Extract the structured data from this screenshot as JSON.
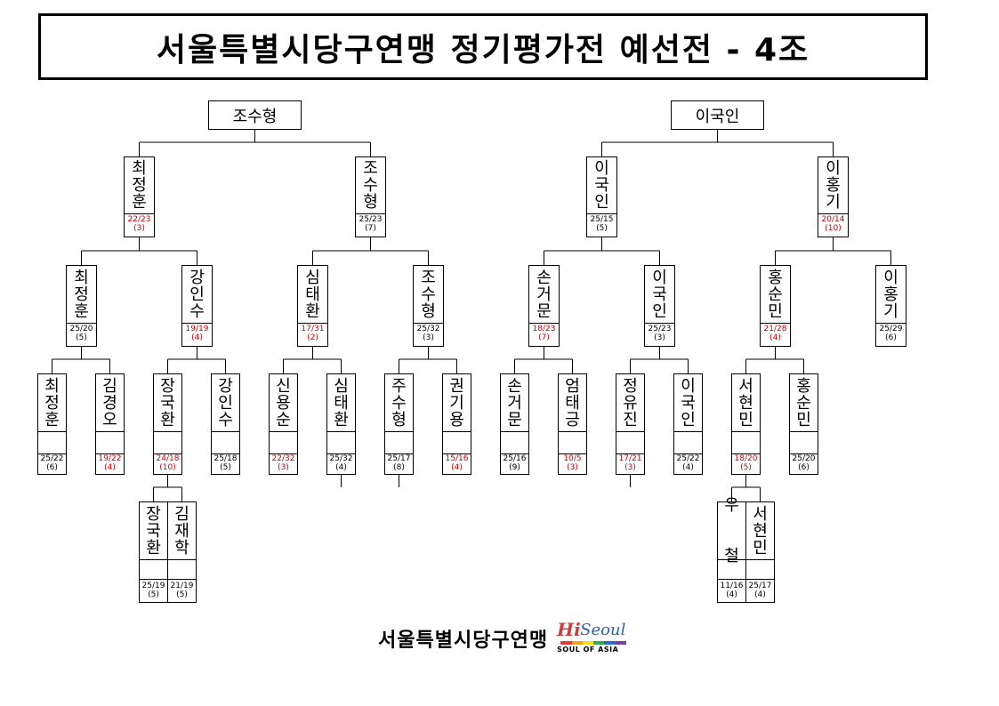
{
  "title": "서울특별시당구연맹 정기평가전 예선전 - 4조",
  "group_winners": {
    "left": "조수형",
    "right": "이국인"
  },
  "round1": {
    "p1": {
      "name": "최정훈",
      "score": "22/23",
      "rank": "(3)"
    },
    "p2": {
      "name": "조수형",
      "score": "25/23",
      "rank": "(7)"
    },
    "p3": {
      "name": "이국인",
      "score": "25/15",
      "rank": "(5)"
    },
    "p4": {
      "name": "이홍기",
      "score": "20/14",
      "rank": "(10)"
    }
  },
  "round2": {
    "p1": {
      "name": "최정훈",
      "score": "25/20",
      "rank": "(5)"
    },
    "p2": {
      "name": "강인수",
      "score": "19/19",
      "rank": "(4)"
    },
    "p3": {
      "name": "심태환",
      "score": "17/31",
      "rank": "(2)"
    },
    "p4": {
      "name": "조수형",
      "score": "25/32",
      "rank": "(3)"
    },
    "p5": {
      "name": "손거문",
      "score": "18/23",
      "rank": "(7)"
    },
    "p6": {
      "name": "이국인",
      "score": "25/23",
      "rank": "(3)"
    },
    "p7": {
      "name": "홍순민",
      "score": "21/28",
      "rank": "(4)"
    },
    "p8": {
      "name": "이홍기",
      "score": "25/29",
      "rank": "(6)"
    }
  },
  "round3": {
    "p1": {
      "name": "최정훈",
      "score": "25/22",
      "rank": "(6)"
    },
    "p2": {
      "name": "김경오",
      "score": "19/22",
      "rank": "(4)"
    },
    "p3": {
      "name": "장국환",
      "score": "24/18",
      "rank": "(10)"
    },
    "p4": {
      "name": "강인수",
      "score": "25/18",
      "rank": "(5)"
    },
    "p5": {
      "name": "신용순",
      "score": "22/32",
      "rank": "(3)"
    },
    "p6": {
      "name": "심태환",
      "score": "25/32",
      "rank": "(4)"
    },
    "p7": {
      "name": "주수형",
      "score": "25/17",
      "rank": "(8)"
    },
    "p8": {
      "name": "권기용",
      "score": "15/16",
      "rank": "(4)"
    },
    "p9": {
      "name": "손거문",
      "score": "25/16",
      "rank": "(9)"
    },
    "p10": {
      "name": "엄태긍",
      "score": "10/5",
      "rank": "(3)"
    },
    "p11": {
      "name": "정유진",
      "score": "17/21",
      "rank": "(3)"
    },
    "p12": {
      "name": "이국인",
      "score": "25/22",
      "rank": "(4)"
    },
    "p13": {
      "name": "서현민",
      "score": "18/20",
      "rank": "(5)"
    },
    "p14": {
      "name": "홍순민",
      "score": "25/20",
      "rank": "(6)"
    }
  },
  "round4": {
    "a1": {
      "name": "장국환",
      "score": "25/19",
      "rank": "(5)"
    },
    "a2": {
      "name": "김재학",
      "score": "21/19",
      "rank": "(5)"
    },
    "b1": {
      "name": "우  철",
      "score": "11/16",
      "rank": "(4)"
    },
    "b2": {
      "name": "서현민",
      "score": "25/17",
      "rank": "(4)"
    }
  },
  "footer": {
    "org": "서울특별시당구연맹",
    "logo_hi": "Hi",
    "logo_seoul": "Seoul",
    "logo_tagline": "SOUL OF ASIA"
  },
  "colors": {
    "loss_score": "#cc0000",
    "win_score": "#000000",
    "logo_stripes": [
      "#e03a3a",
      "#f3a21b",
      "#f5dd1e",
      "#36a852",
      "#2a6cc0",
      "#7b3fa0"
    ]
  }
}
